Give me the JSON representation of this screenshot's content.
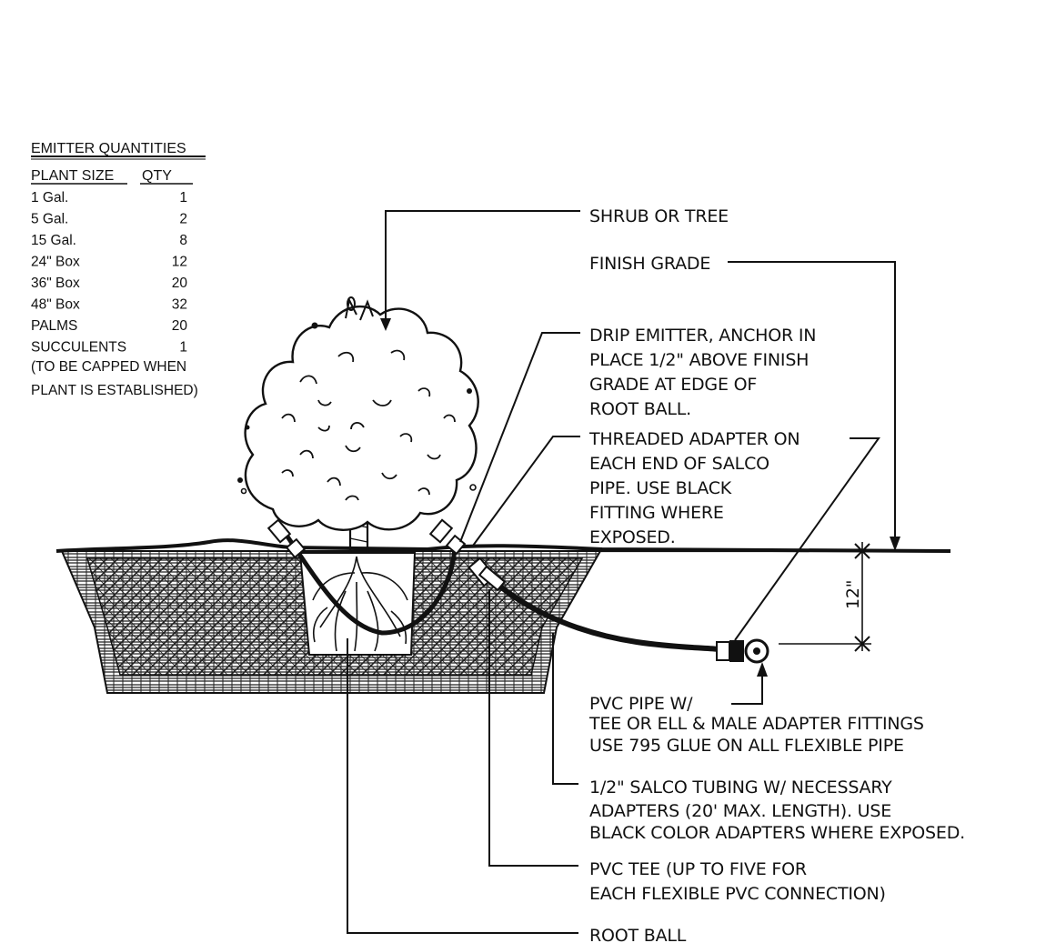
{
  "table": {
    "title": "EMITTER QUANTITIES",
    "col_size": "PLANT SIZE",
    "col_qty": "QTY",
    "rows": [
      {
        "size": "1 Gal.",
        "qty": "1"
      },
      {
        "size": "5 Gal.",
        "qty": "2"
      },
      {
        "size": "15 Gal.",
        "qty": "8"
      },
      {
        "size": "24\" Box",
        "qty": "12"
      },
      {
        "size": "36\" Box",
        "qty": "20"
      },
      {
        "size": "48\" Box",
        "qty": "32"
      },
      {
        "size": "PALMS",
        "qty": "20"
      },
      {
        "size": "SUCCULENTS",
        "qty": "1"
      }
    ],
    "note1": "(TO BE CAPPED WHEN",
    "note2": "PLANT IS ESTABLISHED)"
  },
  "labels": {
    "shrub": "SHRUB OR TREE",
    "grade": "FINISH GRADE",
    "emitter": [
      "DRIP EMITTER, ANCHOR IN",
      "PLACE 1/2\" ABOVE FINISH",
      "GRADE AT EDGE   OF",
      "ROOT BALL."
    ],
    "adapter": [
      "THREADED ADAPTER ON",
      "EACH END OF SALCO",
      "PIPE.  USE BLACK",
      "FITTING WHERE",
      "EXPOSED."
    ],
    "dimension": "12\"",
    "pvc_pipe": [
      "PVC PIPE W/",
      "TEE OR ELL & MALE ADAPTER FITTINGS",
      "USE 795 GLUE ON ALL FLEXIBLE PIPE"
    ],
    "salco": [
      "1/2\" SALCO TUBING W/ NECESSARY",
      "ADAPTERS (20' MAX. LENGTH).  USE",
      "BLACK COLOR ADAPTERS WHERE EXPOSED."
    ],
    "pvc_tee": [
      "PVC TEE (UP TO FIVE FOR",
      "EACH FLEXIBLE PVC CONNECTION)"
    ],
    "root_ball": "ROOT BALL"
  }
}
